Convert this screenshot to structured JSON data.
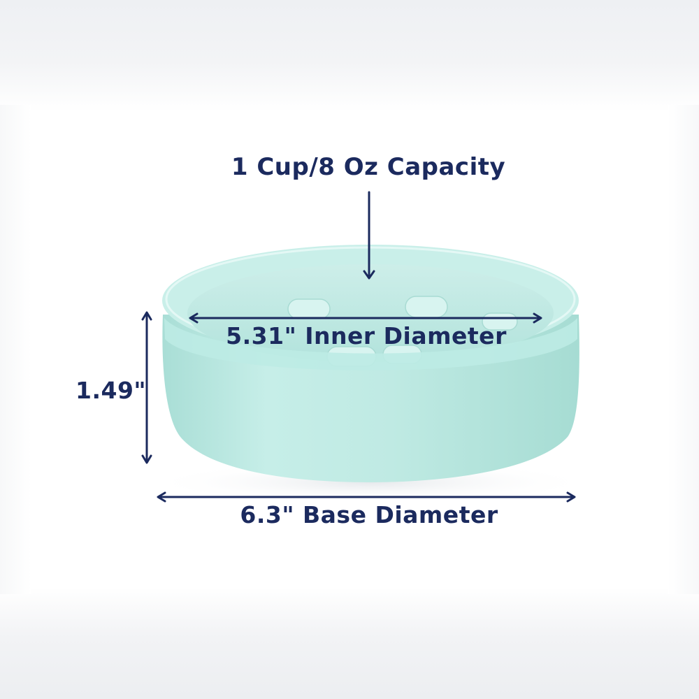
{
  "product": "slow-feeder-bowl",
  "colors": {
    "bowl": "#b9e8e1",
    "bowl_shadow": "#9ed8cf",
    "bowl_highlight": "#dff6f2",
    "annotation": "#1b2a5e"
  },
  "annotations": {
    "capacity": "1 Cup/8 Oz Capacity",
    "inner_diameter": "5.31\" Inner Diameter",
    "height": "1.49\"",
    "base_diameter": "6.3\" Base Diameter"
  }
}
